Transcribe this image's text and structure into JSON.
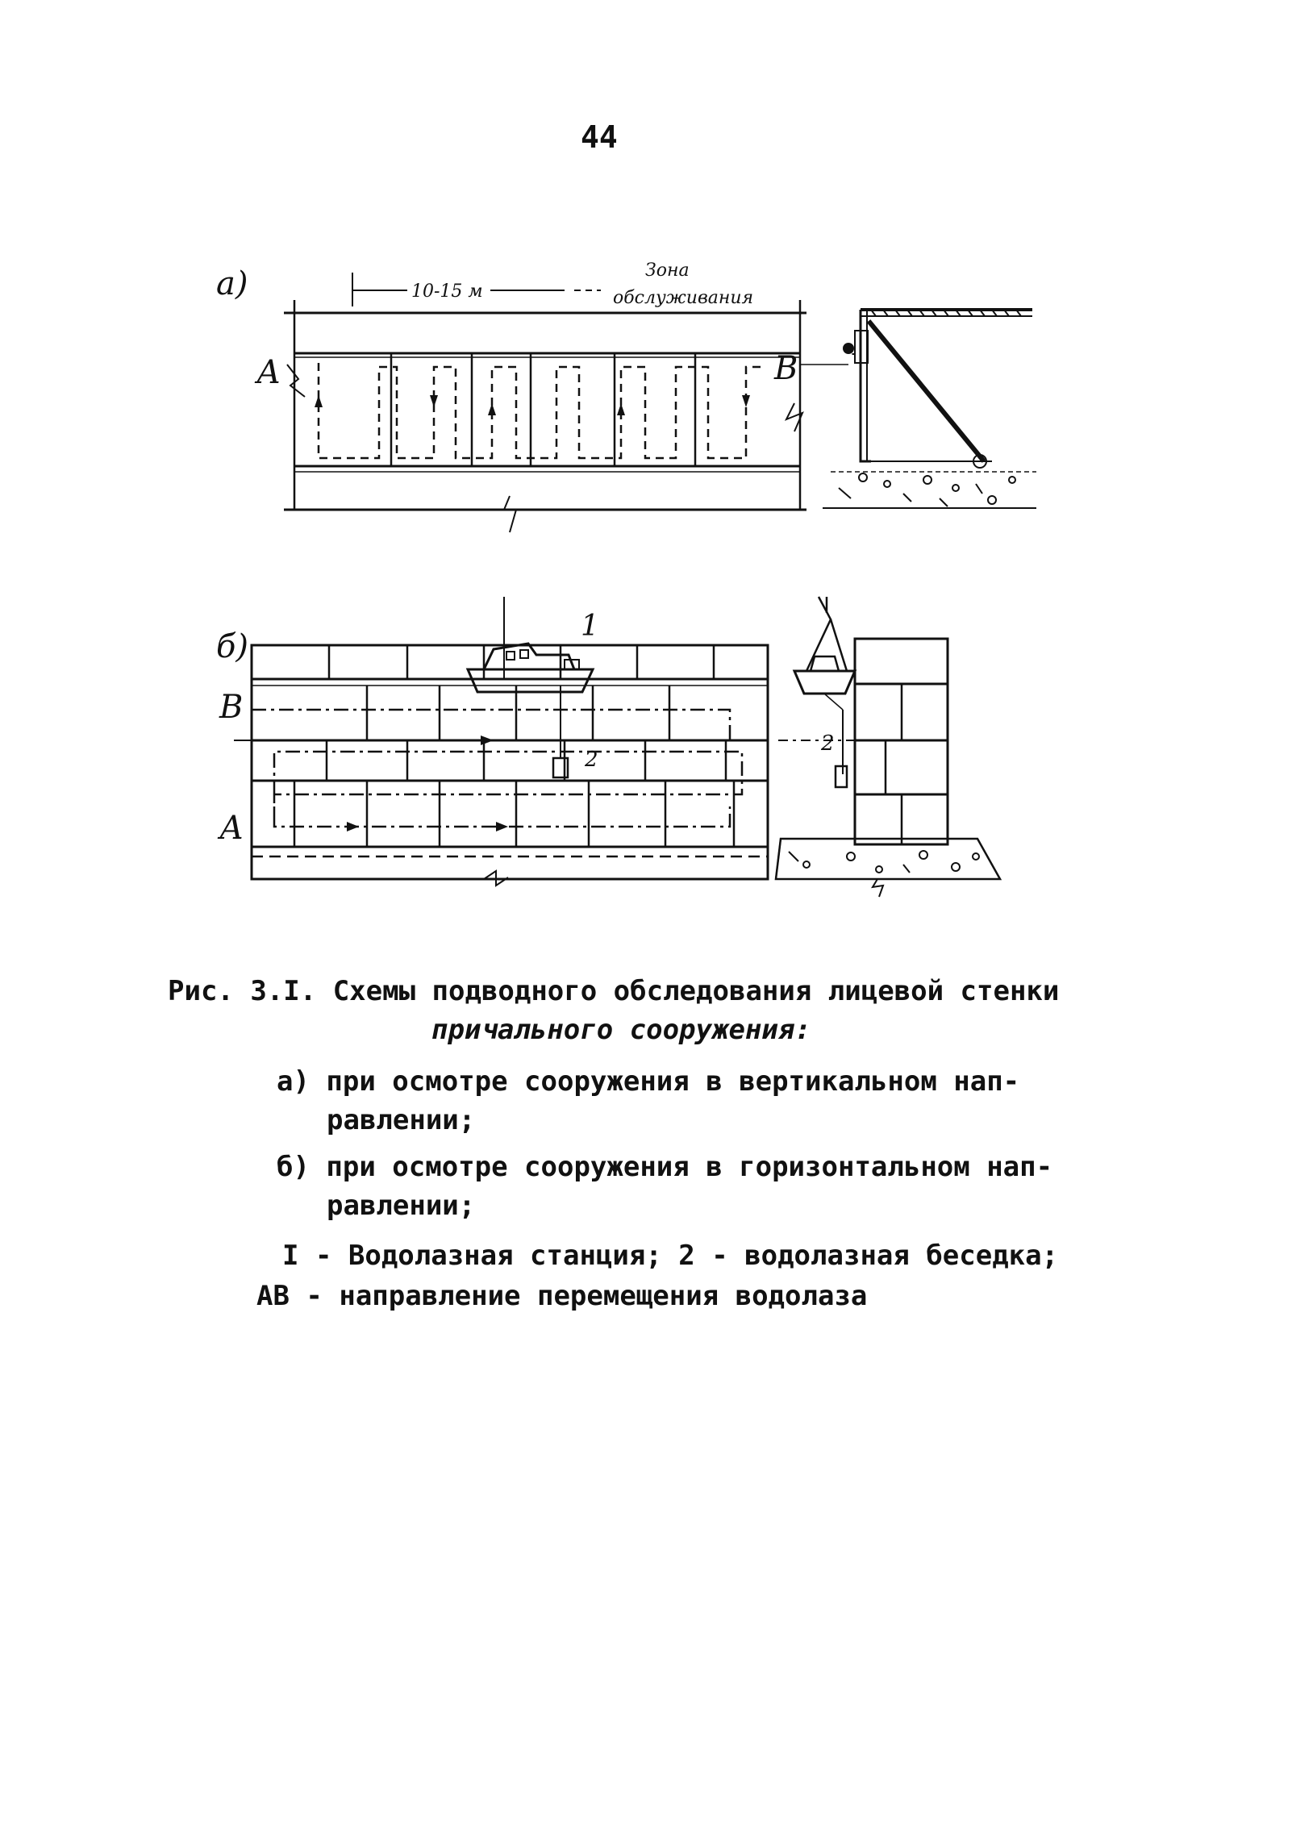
{
  "page": {
    "number": "44"
  },
  "figure_a": {
    "label": "а)",
    "dimension": "10-15 м",
    "zone_line1": "Зона",
    "zone_line2": "обслуживания",
    "point_a": "А",
    "point_b": "В"
  },
  "figure_b": {
    "label": "б)",
    "marker_1": "1",
    "marker_2": "2",
    "marker_2_side": "2",
    "point_b": "В",
    "point_a": "А"
  },
  "caption": {
    "title_line1": "Рис. 3.I. Схемы подводного обследования лицевой стенки",
    "title_line2": "причального сооружения:",
    "item_a_line1": "а) при осмотре сооружения в вертикальном нап-",
    "item_a_line2": "равлении;",
    "item_b_line1": "б) при осмотре сооружения в горизонтальном нап-",
    "item_b_line2": "равлении;",
    "legend_line1": "I - Водолазная станция; 2 - водолазная беседка;",
    "legend_line2": "АВ - направление перемещения водолаза"
  }
}
